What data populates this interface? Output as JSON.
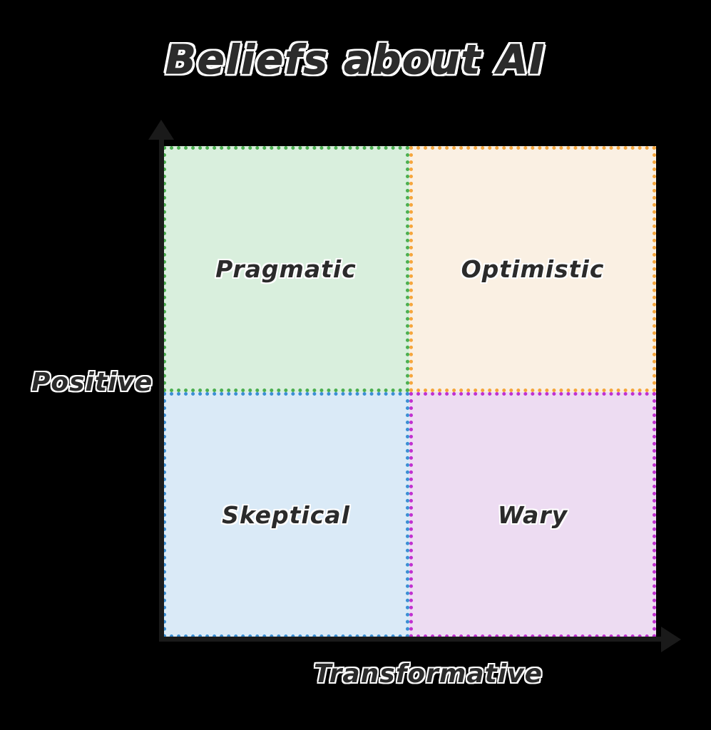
{
  "chart_data": {
    "type": "scatter",
    "subtype": "2x2-quadrant-matrix",
    "title": "Beliefs about AI",
    "xlabel": "Transformative",
    "ylabel": "Positive",
    "grid": false,
    "legend": "none",
    "axes": {
      "x": {
        "label": "Transformative",
        "arrow": "right",
        "ticks": [],
        "range_labels": [
          "",
          "Transformative"
        ]
      },
      "y": {
        "label": "Positive",
        "arrow": "up",
        "ticks": [],
        "range_labels": [
          "",
          "Positive"
        ]
      }
    },
    "quadrants": [
      {
        "id": "pragmatic",
        "label": "Pragmatic",
        "position": "top-left",
        "x_level": "low",
        "y_level": "high",
        "fill": "#d9efdd",
        "border": "#4caf50",
        "border_style": "dotted"
      },
      {
        "id": "optimistic",
        "label": "Optimistic",
        "position": "top-right",
        "x_level": "high",
        "y_level": "high",
        "fill": "#faf0e3",
        "border": "#f5a63c",
        "border_style": "dotted"
      },
      {
        "id": "skeptical",
        "label": "Skeptical",
        "position": "bottom-left",
        "x_level": "low",
        "y_level": "low",
        "fill": "#daeaf7",
        "border": "#3b8fd4",
        "border_style": "dotted"
      },
      {
        "id": "wary",
        "label": "Wary",
        "position": "bottom-right",
        "x_level": "high",
        "y_level": "low",
        "fill": "#eddcf2",
        "border": "#c030d0",
        "border_style": "dotted"
      }
    ],
    "categories": [
      "Pragmatic",
      "Optimistic",
      "Skeptical",
      "Wary"
    ],
    "background": "#000000",
    "text_color": "#2b2b2b",
    "text_outline_color": "#ffffff",
    "axis_color": "#1a1a1a"
  },
  "title": {
    "text": "Beliefs about AI"
  },
  "axis": {
    "y_label": "Positive",
    "x_label": "Transformative"
  },
  "quadrants": {
    "pragmatic": "Pragmatic",
    "optimistic": "Optimistic",
    "skeptical": "Skeptical",
    "wary": "Wary"
  }
}
